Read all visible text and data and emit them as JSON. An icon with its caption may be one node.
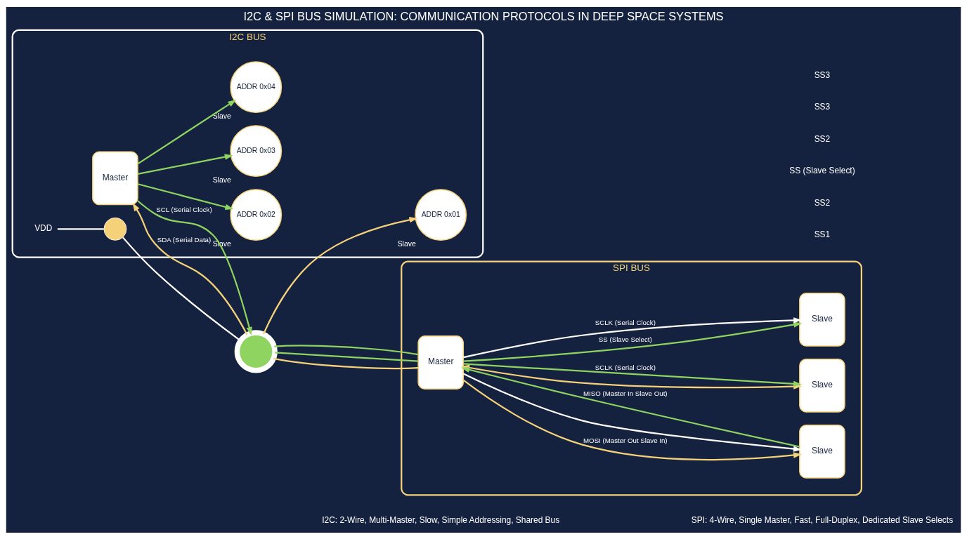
{
  "diagram": {
    "title": "I2C & SPI BUS SIMULATION: COMMUNICATION PROTOCOLS IN DEEP SPACE SYSTEMS",
    "nodes": [
      {
        "text": [
          "I2C BUS"
        ]
      },
      {
        "text": [
          "Master"
        ],
        "in": 0
      },
      {
        "text": [
          "ADDR 0x01"
        ],
        "beside": [
          "Slave"
        ],
        "in": 0
      },
      {
        "text": [
          "ADDR 0x02"
        ],
        "beside": [
          "Slave"
        ],
        "in": 0
      },
      {
        "text": [
          "ADDR 0x03"
        ],
        "beside": [
          "Slave"
        ],
        "in": 0
      },
      {
        "text": [
          "ADDR 0x04"
        ],
        "beside": [
          "Slave"
        ],
        "in": 0
      },
      {
        "text": [
          "VDD"
        ],
        "in": 0
      },
      {
        "text": [],
        "shape": "circle",
        "in": 0
      },
      {
        "text": [],
        "shape": "circle"
      },
      {
        "text": [
          "SPI BUS"
        ]
      },
      {
        "text": [
          "Master"
        ],
        "in": 9
      },
      {
        "text": [
          "Slave"
        ],
        "in": 9
      },
      {
        "text": [
          "Slave"
        ],
        "in": 9
      },
      {
        "text": [
          "Slave"
        ],
        "in": 9
      }
    ],
    "edges": [
      {
        "from": 8,
        "to": 1,
        "arrow": "to",
        "label": "SDA (Serial Data)",
        "color": "#f5d27a"
      },
      {
        "from": 8,
        "to": 2,
        "arrow": "to",
        "color": "#f5d27a"
      },
      {
        "from": 1,
        "to": 8,
        "arrow": "to",
        "label": "SCL (Serial Clock)"
      },
      {
        "from": 1,
        "to": 3,
        "arrow": "to"
      },
      {
        "from": 1,
        "to": 4,
        "arrow": "to"
      },
      {
        "from": 1,
        "to": 5,
        "arrow": "to"
      },
      {
        "from": 6,
        "to": 7,
        "arrow": "none",
        "color": "#ffffff"
      },
      {
        "from": 7,
        "to": 8,
        "arrow": "none",
        "color": "#ffffff"
      },
      {
        "from": 8,
        "to": 10,
        "arrow": "none",
        "color": "#f5d27a"
      },
      {
        "from": 8,
        "to": 10,
        "arrow": "none"
      },
      {
        "from": 8,
        "to": 10,
        "arrow": "none"
      },
      {
        "from": 10,
        "to": 11,
        "arrow": "to",
        "label": "MOSI (Master Out Slave In)",
        "color": "#f5d27a"
      },
      {
        "from": 11,
        "to": 10,
        "arrow": "to",
        "label": "MISO (Master In Slave Out)"
      },
      {
        "from": 10,
        "to": 11,
        "arrow": "to",
        "color": "#ffffff"
      },
      {
        "from": 10,
        "to": 12,
        "arrow": "both",
        "color": "#f5d27a"
      },
      {
        "from": 10,
        "to": 12,
        "arrow": "to",
        "label": "SCLK (Serial Clock)"
      },
      {
        "from": 10,
        "to": 13,
        "arrow": "to",
        "label": "SS (Slave Select)"
      },
      {
        "from": 10,
        "to": 13,
        "arrow": "to",
        "label": "SCLK (Serial Clock)",
        "color": "#ffffff"
      }
    ],
    "labels": [
      "SS1",
      "SS2",
      "SS (Slave Select)",
      "SS2",
      "SS3",
      "SS3",
      "I2C: 2-Wire, Multi-Master, Slow, Simple Addressing, Shared Bus",
      "SPI: 4-Wire, Single Master, Fast, Full-Duplex, Dedicated Slave Selects"
    ]
  }
}
